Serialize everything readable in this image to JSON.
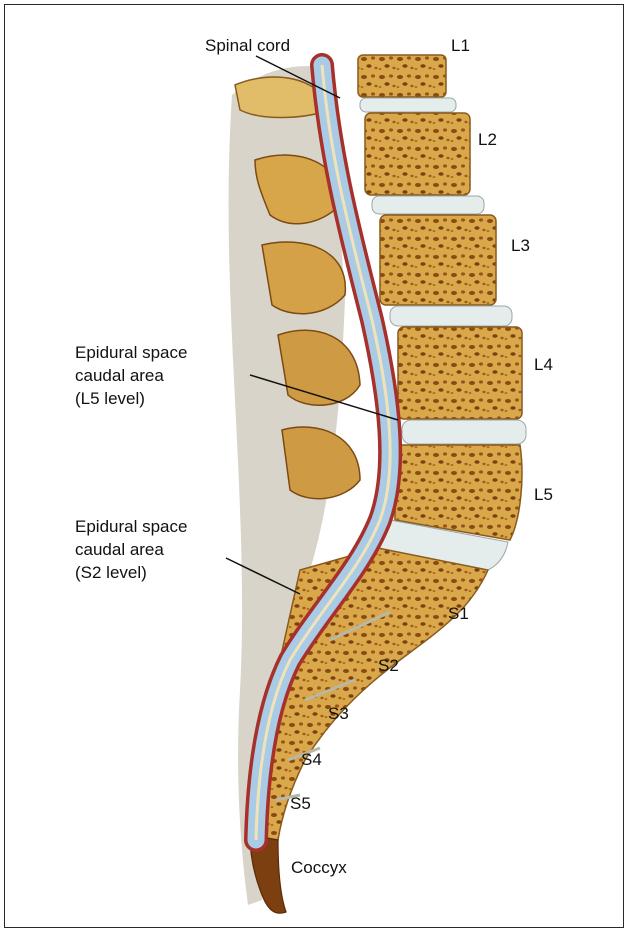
{
  "labels": {
    "spinal_cord": "Spinal cord",
    "epidural_l5": [
      "Epidural space",
      "caudal area",
      "(L5 level)"
    ],
    "epidural_s2": [
      "Epidural space",
      "caudal area",
      "(S2 level)"
    ],
    "vertebrae": {
      "L1": "L1",
      "L2": "L2",
      "L3": "L3",
      "L4": "L4",
      "L5": "L5",
      "S1": "S1",
      "S2": "S2",
      "S3": "S3",
      "S4": "S4",
      "S5": "S5",
      "coccyx": "Coccyx"
    }
  },
  "colors": {
    "bone": "#d9a94a",
    "bone_dark": "#8a4a12",
    "disc": "#e4ecec",
    "cord": "#a9cbe6",
    "dura": "#a8302a",
    "ligament": "#c9c2b3"
  }
}
